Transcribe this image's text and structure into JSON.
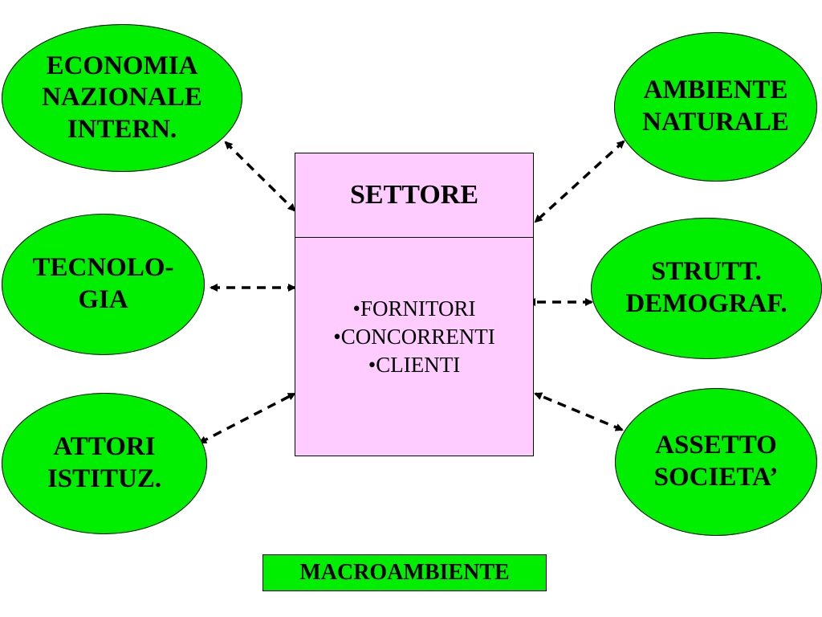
{
  "colors": {
    "node_fill": "#00ee00",
    "sector_fill": "#ffccff",
    "label_fill": "#00ee00",
    "line": "#000000"
  },
  "nodes": [
    {
      "id": "economia",
      "text": "ECONOMIA\nNAZIONALE\nINTERN."
    },
    {
      "id": "tecnologia",
      "text": "TECNOLO-\nGIA"
    },
    {
      "id": "attori",
      "text": "ATTORI\nISTITUZ."
    },
    {
      "id": "ambiente",
      "text": "AMBIENTE\nNATURALE"
    },
    {
      "id": "demografia",
      "text": "STRUTT.\nDEMOGRAF."
    },
    {
      "id": "societa",
      "text": "ASSETTO\nSOCIETA’"
    }
  ],
  "sector": {
    "title": "SETTORE",
    "items": [
      "•FORNITORI",
      "•CONCORRENTI",
      "•CLIENTI"
    ]
  },
  "connectors": [
    {
      "from": "economia",
      "to": "sector",
      "style": "dashed",
      "arrows": "both"
    },
    {
      "from": "tecnologia",
      "to": "sector",
      "style": "dashed",
      "arrows": "both"
    },
    {
      "from": "attori",
      "to": "sector",
      "style": "dashed",
      "arrows": "both"
    },
    {
      "from": "ambiente",
      "to": "sector",
      "style": "dashed",
      "arrows": "both"
    },
    {
      "from": "demografia",
      "to": "sector",
      "style": "dashed",
      "arrows": "both"
    },
    {
      "from": "societa",
      "to": "sector",
      "style": "dashed",
      "arrows": "both"
    }
  ],
  "footer_label": "MACROAMBIENTE"
}
